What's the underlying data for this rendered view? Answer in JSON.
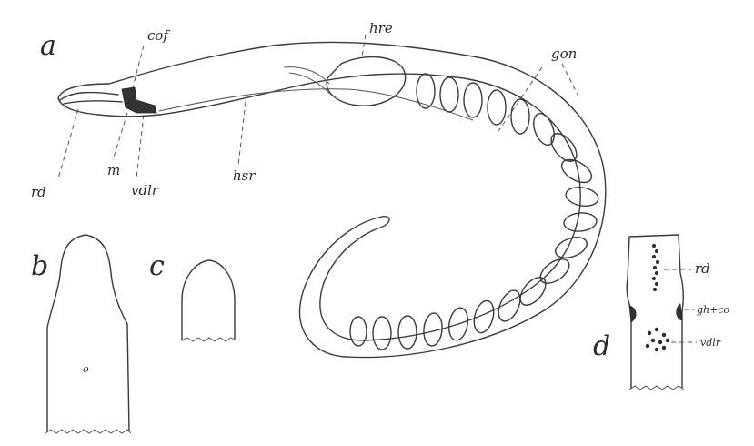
{
  "panels": {
    "a": "a",
    "b": "b",
    "c": "c",
    "d": "d"
  },
  "labels_a": {
    "cof": "cof",
    "hre": "hre",
    "gon": "gon",
    "rd": "rd",
    "m": "m",
    "vdlr": "vdlr",
    "hsr": "hsr"
  },
  "labels_d": {
    "rd": "rd",
    "gh_co": "gh+co",
    "vdlr": "vdlr"
  },
  "specimen_b": {
    "mark": "o"
  }
}
